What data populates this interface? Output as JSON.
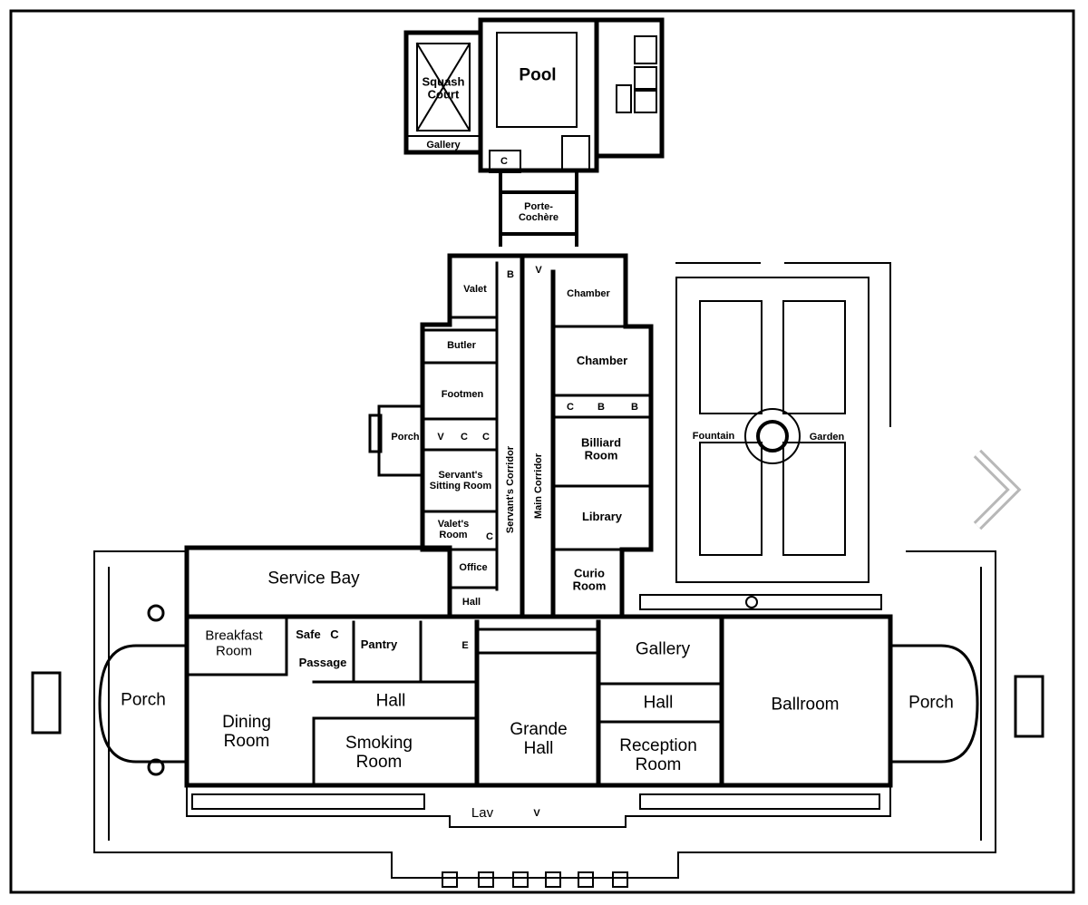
{
  "plan": {
    "rooms": {
      "squash_court": "Squash Court",
      "pool": "Pool",
      "gallery_top": "Gallery",
      "c_top": "C",
      "porte_cochere": "Porte-Cochère",
      "valet": "Valet",
      "b1": "B",
      "v1": "V",
      "chamber1": "Chamber",
      "chamber2": "Chamber",
      "butler": "Butler",
      "footmen": "Footmen",
      "porch_small": "Porch",
      "v2": "V",
      "c1": "C",
      "c2": "C",
      "c3": "C",
      "b2": "B",
      "b3": "B",
      "servants_sitting_room": "Servant's Sitting Room",
      "valets_room": "Valet's Room",
      "c4": "C",
      "office": "Office",
      "hall_small": "Hall",
      "servants_corridor": "Servant's Corridor",
      "main_corridor": "Main Corridor",
      "billiard_room": "Billiard Room",
      "library": "Library",
      "curio_room": "Curio Room",
      "fountain": "Fountain",
      "garden": "Garden",
      "service_bay": "Service Bay",
      "breakfast_room": "Breakfast Room",
      "safe": "Safe",
      "c5": "C",
      "pantry": "Pantry",
      "passage": "Passage",
      "e1": "E",
      "gallery": "Gallery",
      "porch_left": "Porch",
      "hall_left": "Hall",
      "dining_room": "Dining Room",
      "smoking_room": "Smoking Room",
      "grande_hall": "Grande Hall",
      "hall_right": "Hall",
      "reception_room": "Reception Room",
      "ballroom": "Ballroom",
      "porch_right": "Porch",
      "lav": "Lav",
      "v3": "V"
    }
  }
}
